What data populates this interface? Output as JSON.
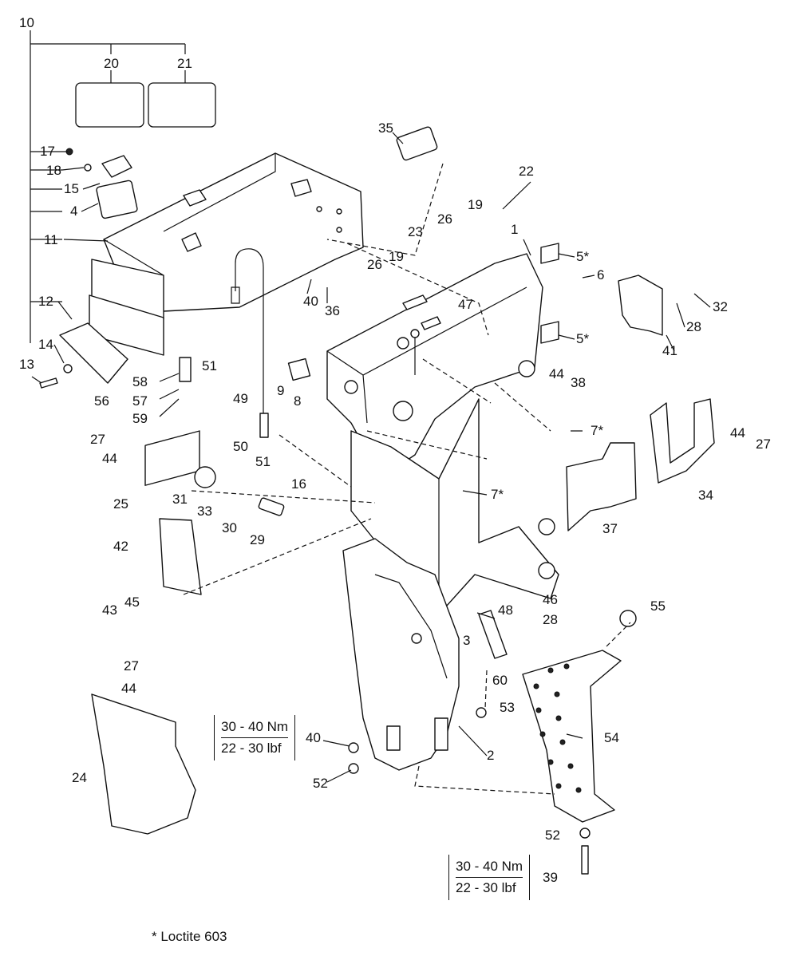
{
  "callouts": [
    "10",
    "20",
    "21",
    "17",
    "18",
    "15",
    "4",
    "11",
    "12",
    "14",
    "13",
    "35",
    "22",
    "19",
    "26",
    "23",
    "1",
    "5*",
    "6",
    "32",
    "28",
    "41",
    "47",
    "40",
    "36",
    "38",
    "44",
    "7*",
    "27",
    "34",
    "37",
    "9",
    "8",
    "49",
    "58",
    "57",
    "59",
    "56",
    "51",
    "50",
    "16",
    "25",
    "31",
    "33",
    "30",
    "29",
    "42",
    "43",
    "45",
    "46",
    "48",
    "3",
    "55",
    "60",
    "53",
    "54",
    "2",
    "52",
    "24",
    "39"
  ],
  "torque_boxes": [
    {
      "nm": "30 - 40 Nm",
      "lbf": "22 - 30 lbf"
    },
    {
      "nm": "30 - 40 Nm",
      "lbf": "22 - 30 lbf"
    }
  ],
  "footnote": "* Loctite 603"
}
